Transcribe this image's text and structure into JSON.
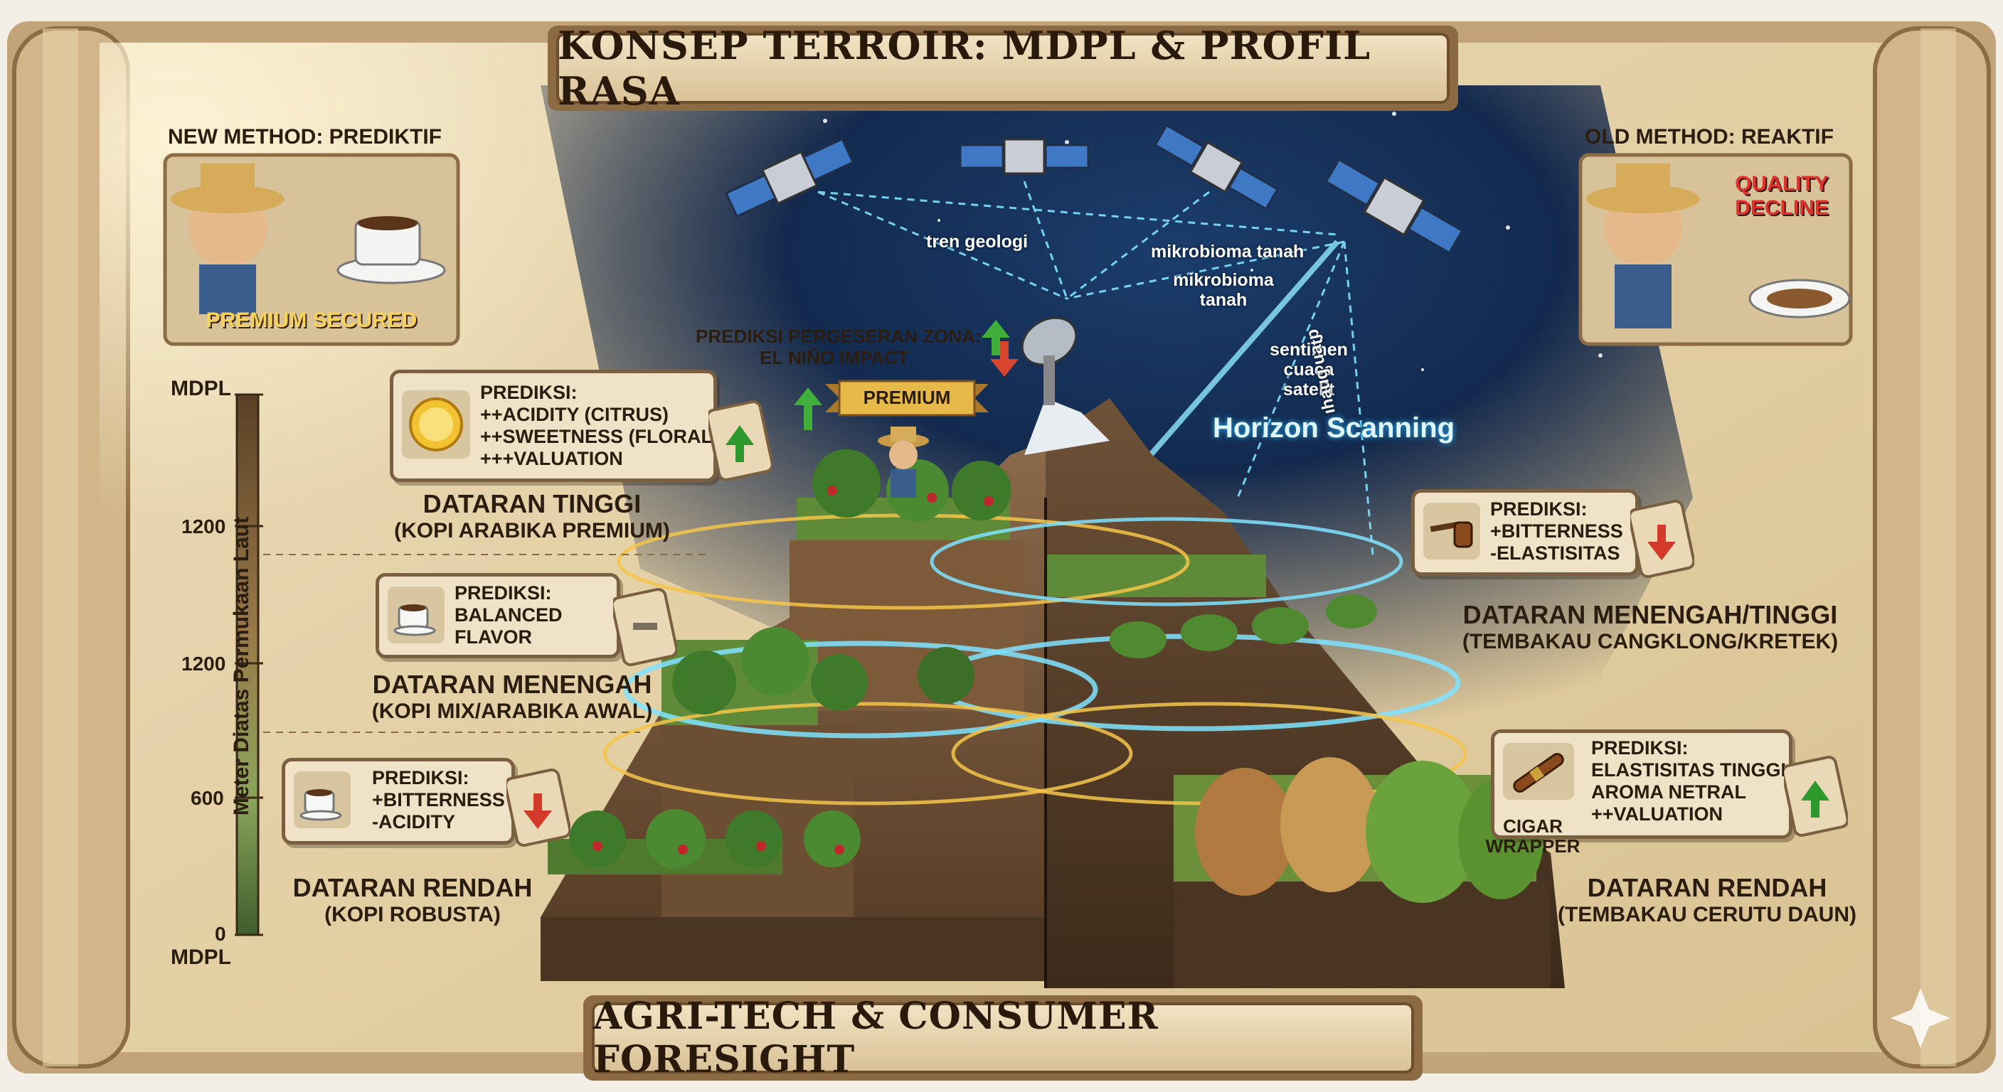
{
  "title": "KONSEP TERROIR: MDPL & PROFIL RASA",
  "footer": "AGRI-TECH & CONSUMER FORESIGHT",
  "new_method": {
    "label": "NEW METHOD: PREDIKTIF",
    "badge": "PREMIUM SECURED"
  },
  "old_method": {
    "label": "OLD METHOD: REAKTIF",
    "badge_line1": "QUALITY",
    "badge_line2": "DECLINE"
  },
  "axis": {
    "top_label": "MDPL",
    "bottom_label": "MDPL",
    "title": "Meter Diatas Permukaan Laut",
    "ticks": [
      "1200",
      "1200",
      "600",
      "0"
    ]
  },
  "satellite_labels": {
    "geologi": "tren geologi",
    "mikro1": "mikrobioma tanah",
    "mikro2_line1": "mikrobioma",
    "mikro2_line2": "tanah",
    "sentimen_line1": "sentimen",
    "sentimen_line2": "cuaca",
    "sentimen_line3": "satelit",
    "rotated": "ɗʇɐn ɓnɐɥı",
    "horizon": "Horizon Scanning"
  },
  "shift": {
    "line1": "PREDIKSI PERGESERAN ZONA:",
    "line2": "EL NIÑO IMPACT",
    "premium": "PREMIUM"
  },
  "cards": {
    "high": {
      "l1": "PREDIKSI:",
      "l2": "++ACIDITY (CITRUS)",
      "l3": "++SWEETNESS (FLORAL)",
      "l4": "+++VALUATION"
    },
    "mid": {
      "l1": "PREDIKSI:",
      "l2": "BALANCED",
      "l3": "FLAVOR"
    },
    "low": {
      "l1": "PREDIKSI:",
      "l2": "+BITTERNESS",
      "l3": "-ACIDITY"
    },
    "tob_mid": {
      "l1": "PREDIKSI:",
      "l2": "+BITTERNESS",
      "l3": "-ELASTISITAS"
    },
    "tob_low": {
      "l1": "PREDIKSI:",
      "l2": "ELASTISITAS TINGGI",
      "l3": "AROMA NETRAL",
      "l4": "++VALUATION",
      "caption1": "CIGAR",
      "caption2": "WRAPPER"
    }
  },
  "zones": {
    "high_title": "DATARAN TINGGI",
    "high_sub": "(KOPI ARABIKA PREMIUM)",
    "mid_title": "DATARAN MENENGAH",
    "mid_sub": "(KOPI MIX/ARABIKA AWAL)",
    "low_title": "DATARAN RENDAH",
    "low_sub": "(KOPI ROBUSTA)",
    "tob_mid_title": "DATARAN MENENGAH/TINGGI",
    "tob_mid_sub": "(TEMBAKAU CANGKLONG/KRETEK)",
    "tob_low_title": "DATARAN RENDAH",
    "tob_low_sub": "(TEMBAKAU CERUTU DAUN)"
  },
  "colors": {
    "parchment": "#e8d7b3",
    "scroll_edge": "#c9ac7c",
    "night": "#0c1c3a",
    "glow_cyan": "#7fe3ff",
    "ring_gold": "#f4c64a",
    "axis_brown": "#7b5a34",
    "axis_green": "#4f6b33"
  }
}
